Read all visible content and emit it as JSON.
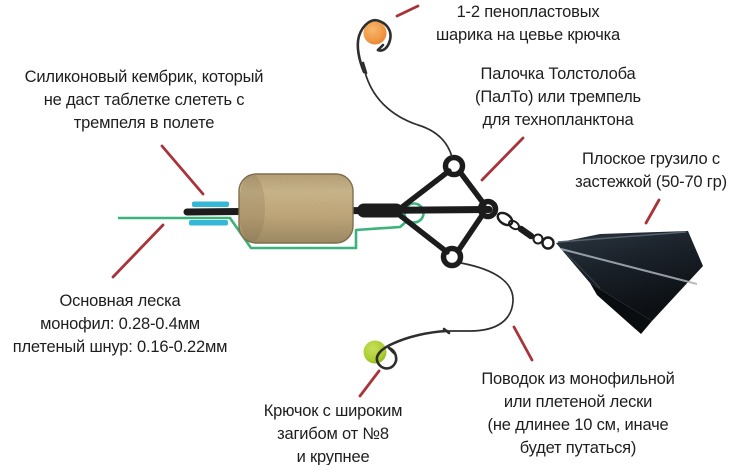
{
  "colors": {
    "background": "#ffffff",
    "text_black": "#1e1e1e",
    "annotation_red": "#a8343a",
    "main_line_green": "#3cb37a",
    "silicone_cyan": "#35b7d8",
    "frame_black": "#1c1c1c",
    "leader_gray": "#2e2e2e",
    "tablet_tan": "#c3a87a",
    "tablet_tan_light": "#d2bb8f",
    "tablet_tan_dark": "#8d7a52",
    "foam_ball_orange": "#ef9440",
    "bait_ball_green": "#a9cc2e",
    "sinker_dark": "#10151b",
    "sinker_light": "#2c3540",
    "sinker_highlight": "#aab3bc"
  },
  "annotations": {
    "foam_balls": {
      "text": "1-2 пенопластовых\nшарика на цевье крючка"
    },
    "silicone_tube": {
      "text": "Силиконовый кембрик, который\nне даст таблетке слететь с\nтремпеля в полете"
    },
    "palto": {
      "text": "Палочка Толстолоба\n(ПалТо) или тремпель\nдля технопланктона"
    },
    "sinker": {
      "text": "Плоское грузило с\nзастежкой (50-70 гр)"
    },
    "main_line": {
      "text": "Основная леска\nмонофил: 0.28-0.4мм\nплетеный шнур: 0.16-0.22мм"
    },
    "hook": {
      "text": "Крючок с широким\nзагибом от №8\nи крупнее"
    },
    "leader": {
      "text": "Поводок из монофильной\nили плетеной лески\n(не длинее 10 см, иначе\nбудет путаться)"
    }
  }
}
